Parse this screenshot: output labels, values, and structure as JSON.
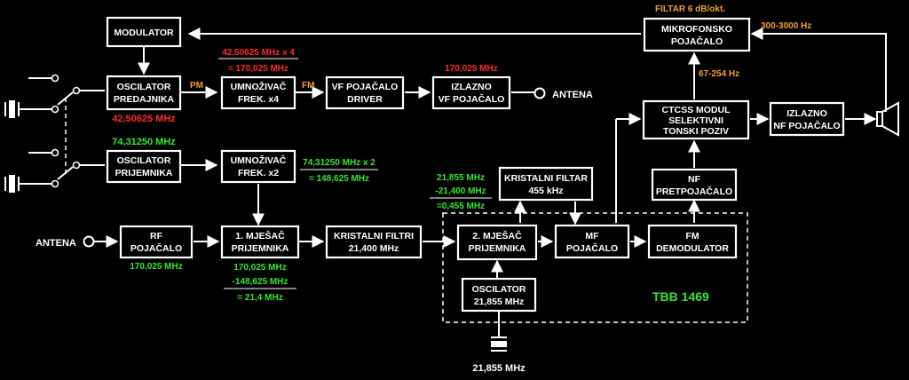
{
  "blocks": {
    "modulator": [
      "MODULATOR"
    ],
    "osc_pred": [
      "OSCILATOR",
      "PREDAJNIKA"
    ],
    "umn4": [
      "UMNOŽIVAČ",
      "FREK. x4"
    ],
    "vf_driver": [
      "VF POJAČALO",
      "DRIVER"
    ],
    "izlazno_vf": [
      "IZLAZNO",
      "VF POJAČALO"
    ],
    "osc_prij": [
      "OSCILATOR",
      "PRIJEMNIKA"
    ],
    "umn2": [
      "UMNOŽIVAČ",
      "FREK. x2"
    ],
    "rf_poj": [
      "RF",
      "POJAČALO"
    ],
    "mjesac1": [
      "1. MJEŠAČ",
      "PRIJEMNIKA"
    ],
    "kristalni_filtri": [
      "KRISTALNI FILTRI",
      "21,400 MHz"
    ],
    "mjesac2": [
      "2. MJEŠAČ",
      "PRIJEMNIKA"
    ],
    "kristalni_filtar": [
      "KRISTALNI FILTAR",
      "455 kHz"
    ],
    "mf_poj": [
      "MF",
      "POJAČALO"
    ],
    "fm_demod": [
      "FM",
      "DEMODULATOR"
    ],
    "osc2": [
      "OSCILATOR",
      "21,855 MHz"
    ],
    "nf_pred": [
      "NF",
      "PRETPOJAČALO"
    ],
    "ctcss": [
      "CTCSS MODUL",
      "SELEKTIVNI",
      "TONSKI POZIV"
    ],
    "izlazno_nf": [
      "IZLAZNO",
      "NF POJAČALO"
    ],
    "mikrofonsko": [
      "MIKROFONSKO",
      "POJAČALO"
    ]
  },
  "labels": {
    "antena_tx": "ANTENA",
    "antena_rx": "ANTENA",
    "pm": "PM",
    "fm": "FM",
    "tx_freq": "42,50625 MHz",
    "tx_mult_1": "42,50625 MHz x 4",
    "tx_mult_2": "= 170,025 MHz",
    "tx_out": "170,025 MHz",
    "rx_osc_freq": "74,31250 MHz",
    "rx_mult_1": "74,31250 MHz x 2",
    "rx_mult_2": "= 148,625 MHz",
    "rf_freq": "170,025 MHz",
    "mix1_a": "170,025 MHz",
    "mix1_b": "-148,625 MHz",
    "mix1_c": "= 21,4 MHz",
    "mix2_a": "21,855 MHz",
    "mix2_b": "-21,400 MHz",
    "mix2_c": "=0,455 MHz",
    "xtal_freq": "21,855 MHz",
    "ic_name": "TBB 1469",
    "filtar": "FILTAR 6 dB/okt.",
    "band_300": "300-3000 Hz",
    "band_67": "67-254 Hz"
  }
}
